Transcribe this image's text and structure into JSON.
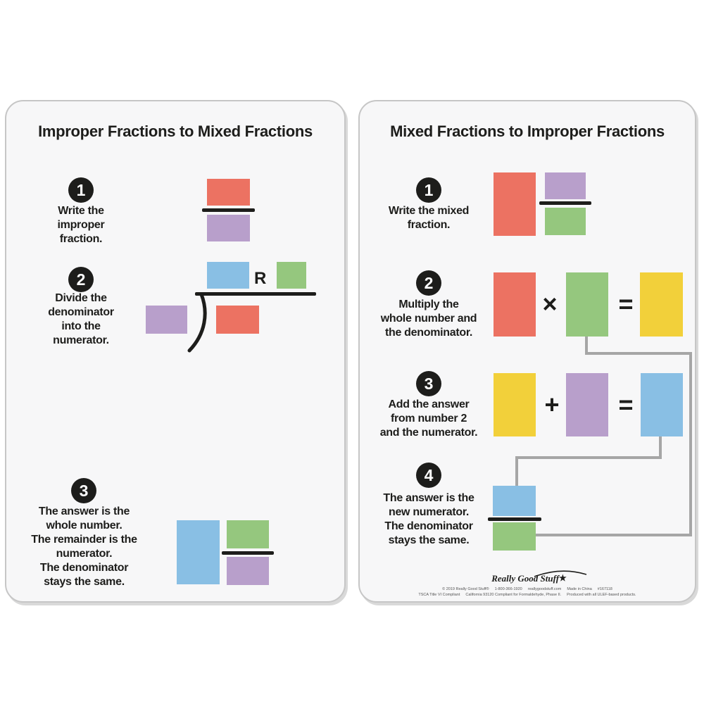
{
  "colors": {
    "salmon": "#EC7262",
    "purple": "#B89FCB",
    "blue": "#89BFE4",
    "green": "#95C77E",
    "yellow": "#F2D03A",
    "ink": "#1D1D1B",
    "connector_gray": "#A6A6A6",
    "panel_bg": "#F7F7F8",
    "panel_border": "#C6C6C6",
    "page_bg": "#FFFFFF"
  },
  "left_panel": {
    "title": "Improper Fractions to Mixed Fractions",
    "step1": {
      "number": "1",
      "lines": [
        "Write the",
        "improper",
        "fraction."
      ],
      "diagram": {
        "numerator_color": "salmon",
        "denominator_color": "purple"
      }
    },
    "step2": {
      "number": "2",
      "lines": [
        "Divide the",
        "denominator",
        "into the",
        "numerator."
      ],
      "remainder_label": "R",
      "diagram": {
        "quotient_color": "blue",
        "remainder_color": "green",
        "divisor_color": "purple",
        "dividend_color": "salmon"
      }
    },
    "step3": {
      "number": "3",
      "lines": [
        "The answer is the",
        "whole number.",
        "The remainder is the",
        "numerator.",
        "The denominator",
        "stays the same."
      ],
      "diagram": {
        "whole_number_color": "blue",
        "numerator_color": "green",
        "denominator_color": "purple"
      }
    }
  },
  "right_panel": {
    "title": "Mixed Fractions to Improper Fractions",
    "symbols": {
      "times": "×",
      "equals": "=",
      "plus": "+"
    },
    "step1": {
      "number": "1",
      "lines": [
        "Write the mixed",
        "fraction."
      ],
      "diagram": {
        "whole_number_color": "salmon",
        "numerator_color": "purple",
        "denominator_color": "green"
      }
    },
    "step2": {
      "number": "2",
      "lines": [
        "Multiply the",
        "whole number and",
        "the denominator."
      ],
      "diagram": {
        "factor1_color": "salmon",
        "factor2_color": "green",
        "product_color": "yellow"
      }
    },
    "step3": {
      "number": "3",
      "lines": [
        "Add the answer",
        "from number 2",
        "and the numerator."
      ],
      "diagram": {
        "addend1_color": "yellow",
        "addend2_color": "purple",
        "sum_color": "blue"
      }
    },
    "step4": {
      "number": "4",
      "lines": [
        "The answer is the",
        "new numerator.",
        "The denominator",
        "stays the same."
      ],
      "diagram": {
        "numerator_color": "blue",
        "denominator_color": "green"
      }
    }
  },
  "footer": {
    "brand": "Really Good Stuff",
    "star": "★",
    "legal_line1": [
      "© 2019 Really Good Stuff®",
      "1-800-366-1920",
      "reallygoodstuff.com",
      "Made in China",
      "#167118"
    ],
    "legal_line2": [
      "TSCA Title VI Compliant",
      "California 93120 Compliant for Formaldehyde, Phase II.",
      "Produced with all ULEF-based products."
    ]
  }
}
